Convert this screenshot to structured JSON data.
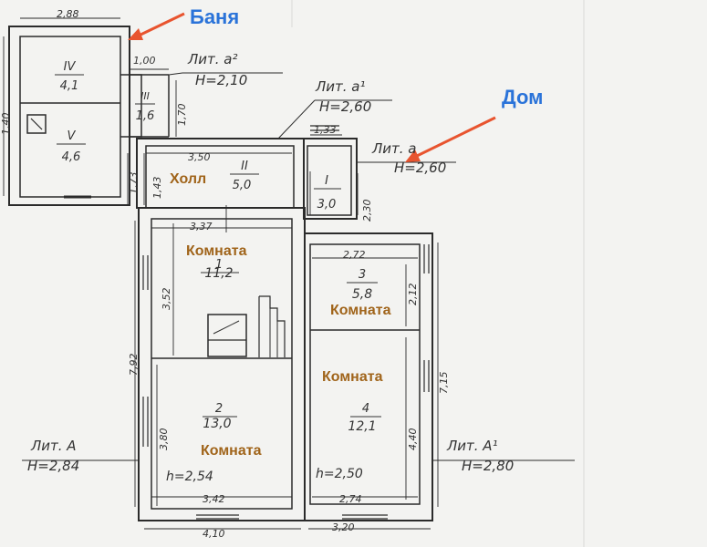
{
  "callouts": {
    "banya": {
      "text": "Баня",
      "color": "#2a73d9"
    },
    "dom": {
      "text": "Дом",
      "color": "#2a73d9"
    },
    "arrow_color": "#e8542f"
  },
  "room_label_color": "#a0641a",
  "room_labels": {
    "holl": "Холл",
    "room1": "Комната",
    "room2": "Комната",
    "room3": "Комната",
    "room4": "Комната"
  },
  "rooms": {
    "r4_banya": {
      "num": "IV",
      "area": "4,1"
    },
    "r5_banya": {
      "num": "V",
      "area": "4,6"
    },
    "r3_banya": {
      "num": "III",
      "area": "1,6"
    },
    "r2_holl": {
      "num": "II",
      "area": "5,0"
    },
    "r1_small": {
      "num": "I",
      "area": "3,0"
    },
    "room1": {
      "num": "1",
      "area": "11,2"
    },
    "room2": {
      "num": "2",
      "area": "13,0"
    },
    "room3": {
      "num": "3",
      "area": "5,8"
    },
    "room4": {
      "num": "4",
      "area": "12,1"
    }
  },
  "lit": {
    "a2": {
      "name": "Лит. а²",
      "h": "Н=2,10"
    },
    "a1": {
      "name": "Лит. а¹",
      "h": "Н=2,60"
    },
    "a": {
      "name": "Лит. а",
      "h": "Н=2,60"
    },
    "A": {
      "name": "Лит. А",
      "h": "Н=2,84"
    },
    "A1": {
      "name": "Лит. А¹",
      "h": "Н=2,80"
    }
  },
  "heights": {
    "room2": "h=2,54",
    "room4": "h=2,50"
  },
  "dims": {
    "d_2_88": "2,88",
    "d_1_00": "1,00",
    "d_1_40": "1,40",
    "d_1_70": "1,70",
    "d_1_33": "1,33",
    "d_3_50": "3,50",
    "d_1_73": "1,73",
    "d_1_43": "1,43",
    "d_2_30": "2,30",
    "d_3_37": "3,37",
    "d_2_72": "2,72",
    "d_2_12": "2,12",
    "d_3_52": "3,52",
    "d_7_92": "7,92",
    "d_7_15": "7,15",
    "d_3_80": "3,80",
    "d_4_40": "4,40",
    "d_3_42": "3,42",
    "d_2_74": "2,74",
    "d_4_10": "4,10",
    "d_3_20": "3,20"
  }
}
